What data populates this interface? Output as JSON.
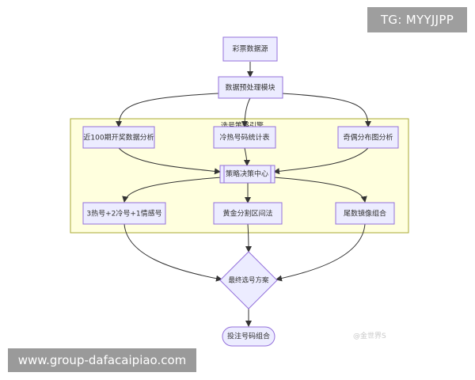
{
  "header": {
    "tg_label": "TG: MYYJJPP"
  },
  "footer": {
    "url": "www.group-dafacaipiao.com",
    "watermark": "@金世界S"
  },
  "diagram": {
    "group_label": "选号策略引擎",
    "nodes": {
      "data_source": "彩票数据源",
      "preprocess": "数据预处理模块",
      "recent100": "近100期开奖数据分析",
      "hotcold_stats": "冷热号码统计表",
      "oddeven": "奇偶分布图分析",
      "decision": "策略决策中心",
      "combo": "3热号+2冷号+1情感号",
      "golden": "黄金分割区间法",
      "tail_mirror": "尾数镜像组合",
      "final": "最终选号方案",
      "bet": "投注号码组合"
    },
    "colors": {
      "node_fill": "#ECECFF",
      "node_stroke": "#9370DB",
      "group_fill": "#FFFFDE",
      "group_stroke": "#AAAA33",
      "edge": "#333333"
    }
  }
}
